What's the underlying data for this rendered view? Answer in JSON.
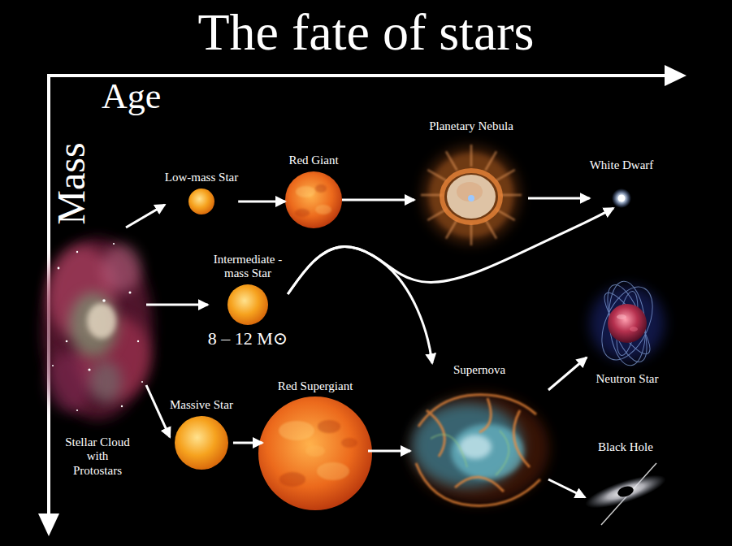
{
  "diagram": {
    "title": "The fate of stars",
    "nodes": [
      {
        "text": [
          "Stellar Cloud with Protostars"
        ]
      },
      {
        "text": [
          "Low-mass Star"
        ]
      },
      {
        "text": [
          "Red Giant"
        ]
      },
      {
        "text": [
          "Planetary Nebula"
        ]
      },
      {
        "text": [
          "White Dwarf"
        ]
      },
      {
        "text": [
          "Intermediate -mass Star",
          "8 – 12 M⊙"
        ]
      },
      {
        "text": [
          "Massive Star"
        ]
      },
      {
        "text": [
          "Red Supergiant"
        ]
      },
      {
        "text": [
          "Supernova"
        ]
      },
      {
        "text": [
          "Neutron Star"
        ]
      },
      {
        "text": [
          "Black Hole"
        ]
      }
    ],
    "edges": [
      {
        "from": 0,
        "to": 1,
        "arrow": "to"
      },
      {
        "from": 0,
        "to": 5,
        "arrow": "to"
      },
      {
        "from": 0,
        "to": 6,
        "arrow": "to"
      },
      {
        "from": 1,
        "to": 2,
        "arrow": "to"
      },
      {
        "from": 2,
        "to": 3,
        "arrow": "to"
      },
      {
        "from": 3,
        "to": 4,
        "arrow": "to"
      },
      {
        "from": 5,
        "to": 4,
        "arrow": "to"
      },
      {
        "from": 5,
        "to": 8,
        "arrow": "to"
      },
      {
        "from": 6,
        "to": 7,
        "arrow": "to"
      },
      {
        "from": 7,
        "to": 8,
        "arrow": "to"
      },
      {
        "from": 8,
        "to": 9,
        "arrow": "to"
      },
      {
        "from": 8,
        "to": 10,
        "arrow": "to"
      }
    ],
    "labels": [
      "Age",
      "Mass"
    ]
  }
}
